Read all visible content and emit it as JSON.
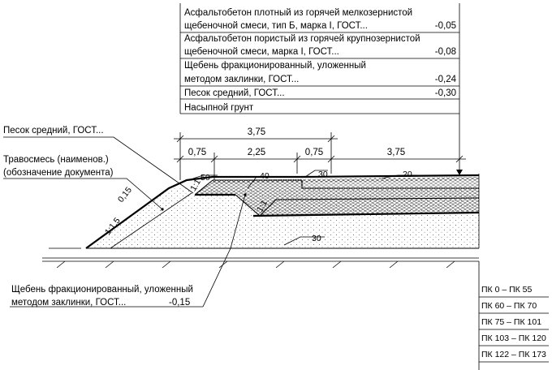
{
  "layers": [
    {
      "line1": "Асфальтобетон плотный из горячей мелкозернистой",
      "line2": "щебеночной смеси, тип Б, марка I, ГОСТ...",
      "value": "-0,05"
    },
    {
      "line1": "Асфальтобетон пористый из горячей крупнозернистой",
      "line2": "щебеночной смеси, марка I, ГОСТ...",
      "value": "-0,08"
    },
    {
      "line1": "Щебень фракционированный, уложенный",
      "line2": "методом заклинки, ГОСТ...",
      "value": "-0,24"
    },
    {
      "line1": "Песок средний, ГОСТ...",
      "line2": "",
      "value": "-0,30"
    },
    {
      "line1": "Насыпной грунт",
      "line2": "",
      "value": ""
    }
  ],
  "left_labels": {
    "sand": "Песок средний, ГОСТ...",
    "grass_1": "Травосмесь (наименов.)",
    "grass_2": "(обозначение документа)"
  },
  "slope": {
    "thickness": "0,15",
    "ratio": "1:1,5"
  },
  "bottom_note": {
    "line1": "Щебень фракционированный, уложенный",
    "line2": "методом заклинки, ГОСТ...",
    "value": "-0,15"
  },
  "dimensions": {
    "top_total": "3,75",
    "segments": [
      "0,75",
      "2,25",
      "0,75",
      "3,75"
    ]
  },
  "callouts": {
    "c50": "50",
    "c40": "40",
    "c30a": "30",
    "c20": "20",
    "c30b": "30",
    "s1": "1:1",
    "s2": "1:1"
  },
  "pk_table": [
    "ПК 0 – ПК 55",
    "ПК 60 – ПК 70",
    "ПК 75 – ПК 101",
    "ПК 103 – ПК 120",
    "ПК 122 – ПК 173"
  ]
}
